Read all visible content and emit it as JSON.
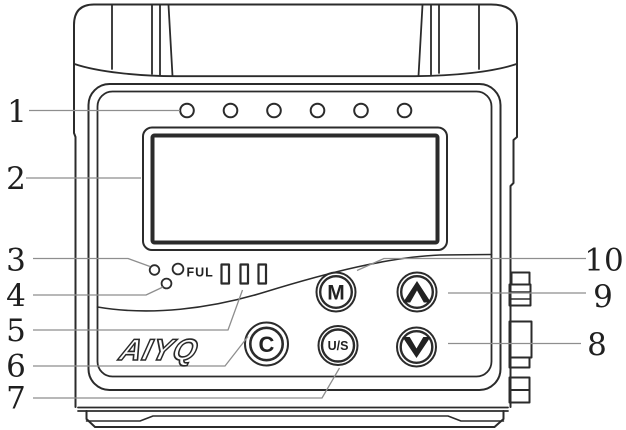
{
  "device": {
    "logo": "AIYQ",
    "buttons": {
      "menu": "M",
      "clear": "C",
      "unit_select": "U/S",
      "up": "up-arrow",
      "down": "down-arrow"
    }
  },
  "indicators": {
    "battery_label": "FUL",
    "status_led_count": 6,
    "battery_bar_count": 3,
    "aux_lamp_count": 3
  },
  "callouts": [
    {
      "label": "1",
      "points_to": "status-led-row"
    },
    {
      "label": "2",
      "points_to": "lcd-display"
    },
    {
      "label": "3",
      "points_to": "indicator-lamp-left"
    },
    {
      "label": "4",
      "points_to": "indicator-lamp-lower"
    },
    {
      "label": "5",
      "points_to": "battery-level-bars"
    },
    {
      "label": "6",
      "points_to": "c-button"
    },
    {
      "label": "7",
      "points_to": "us-button"
    },
    {
      "label": "8",
      "points_to": "down-button"
    },
    {
      "label": "9",
      "points_to": "up-button"
    },
    {
      "label": "10",
      "points_to": "m-button"
    }
  ],
  "colors": {
    "line": "#2b2b2b",
    "leader": "#8e8e8e",
    "background": "#ffffff",
    "text": "#1f1f1f"
  }
}
